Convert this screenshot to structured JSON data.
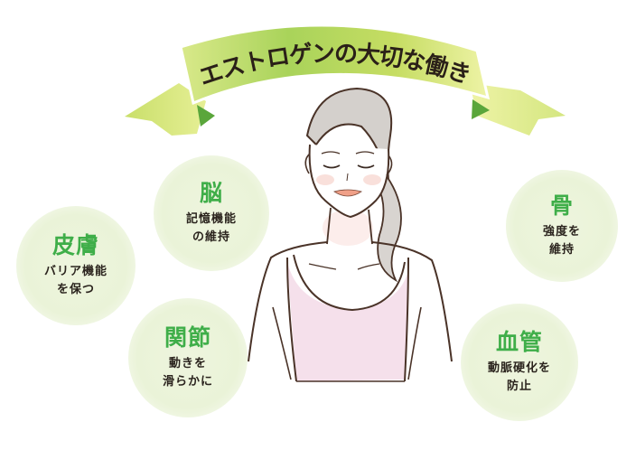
{
  "title": {
    "text": "エストロゲンの大切な働き",
    "chars": [
      "エ",
      "ス",
      "ト",
      "ロ",
      "ゲ",
      "ン",
      "の",
      "大",
      "切",
      "な",
      "働",
      "き"
    ]
  },
  "colors": {
    "ribbon_light": "#eef3a6",
    "ribbon_mid": "#c6dd63",
    "ribbon_dark": "#9ccc4a",
    "ribbon_fold": "#5aa63b",
    "bubble_bg": "#eaf3d8",
    "heading_green": "#3fae49",
    "text_dark": "#2b241e",
    "line_brown": "#4a3328",
    "top_pink": "#f3dbe8"
  },
  "bubbles": [
    {
      "id": "brain",
      "heading": "脳",
      "description": "記憶機能\nの維持"
    },
    {
      "id": "skin",
      "heading": "皮膚",
      "description": "バリア機能\nを保つ"
    },
    {
      "id": "joints",
      "heading": "関節",
      "description": "動きを\n滑らかに"
    },
    {
      "id": "bone",
      "heading": "骨",
      "description": "強度を\n維持"
    },
    {
      "id": "blood-vessels",
      "heading": "血管",
      "description": "動脈硬化を\n防止"
    }
  ],
  "illustration": {
    "subject": "woman-with-closed-eyes"
  }
}
